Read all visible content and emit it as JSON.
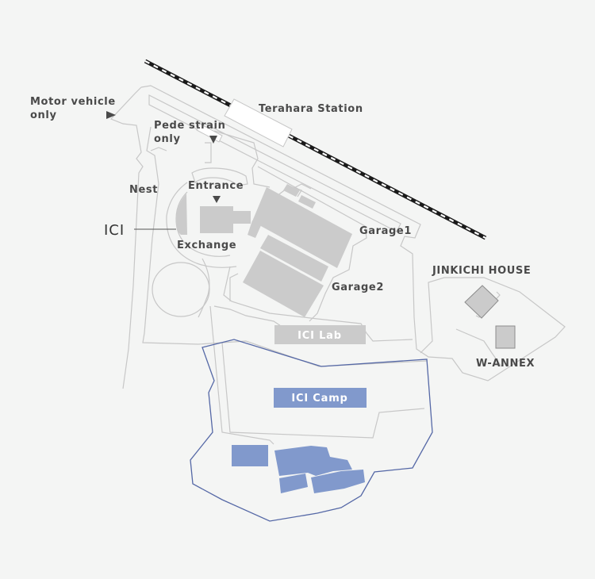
{
  "labels": {
    "terahara_station": "Terahara Station",
    "motor_vehicle_line1": "Motor vehicle",
    "motor_vehicle_line2": "only",
    "pede_line1": "Pede strain",
    "pede_line2": "only",
    "nest": "Nest",
    "entrance": "Entrance",
    "ici": "ICI",
    "exchange": "Exchange",
    "garage1": "Garage1",
    "garage2": "Garage2",
    "jinkichi_house": "JINKICHI HOUSE",
    "w_annex": "W-ANNEX",
    "ici_lab": "ICI Lab",
    "ici_camp": "ICI Camp"
  },
  "colors": {
    "background": "#f4f5f4",
    "building": "#cbcbcb",
    "road": "#c7c7c7",
    "camp": "#8199cc",
    "camp_boundary": "#5568a6",
    "railway": "#1a1a1a",
    "text": "#4a4a4a"
  },
  "icons": {
    "arrow_right": "triangle-arrow-right-icon",
    "arrow_down": "triangle-arrow-down-icon",
    "railway": "railway-track-icon"
  }
}
